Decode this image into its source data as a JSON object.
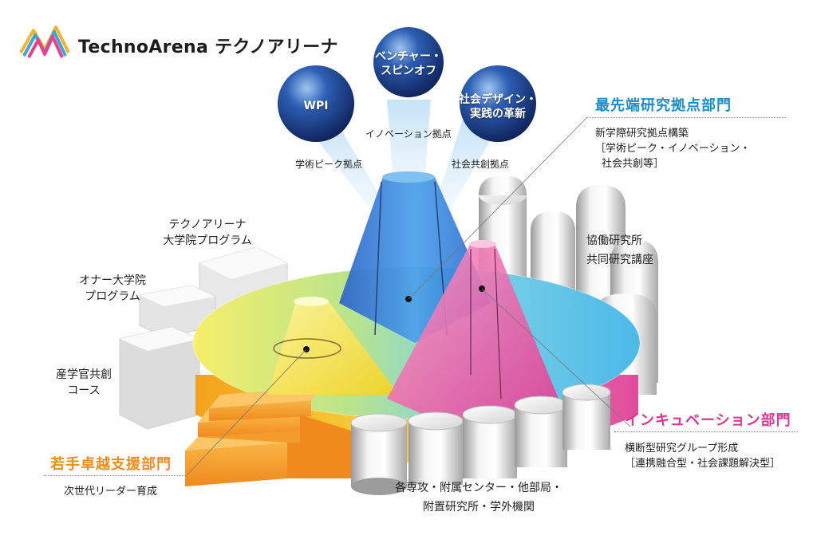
{
  "logo": {
    "brand": "TechnoArena",
    "brand_kana": "テクノアリーナ"
  },
  "spheres": [
    {
      "label": "WPI"
    },
    {
      "label_line1": "ベンチャー・",
      "label_line2": "スピンオフ"
    },
    {
      "label_line1": "社会デザイン・",
      "label_line2": "実践の革新"
    }
  ],
  "beams": {
    "academic_peak": "学術ピーク拠点",
    "innovation": "イノベーション拠点",
    "social": "社会共創拠点"
  },
  "departments": {
    "frontier": {
      "title": "最先端研究拠点部門",
      "color": "#1a8ec8",
      "desc_line1": "新学際研究拠点構築",
      "desc_line2": "［学術ピーク・イノベーション・",
      "desc_line3": "社会共創等］"
    },
    "incubation": {
      "title": "インキュベーション部門",
      "color": "#e0358f",
      "desc_line1": "横断型研究グループ形成",
      "desc_line2": "［連携融合型・社会課題解決型］"
    },
    "young": {
      "title": "若手卓越支援部門",
      "color": "#f08c1e",
      "desc": "次世代リーダー育成"
    }
  },
  "programs": {
    "graduate_line1": "テクノアリーナ",
    "graduate_line2": "大学院プログラム",
    "honors_line1": "オナー大学院",
    "honors_line2": "プログラム",
    "industry_line1": "産学官共創",
    "industry_line2": "コース"
  },
  "collab": {
    "line1": "協働研究所",
    "line2": "共同研究講座"
  },
  "bottom": {
    "line1": "各専攻・附属センター・他部局・",
    "line2": "附置研究所・学外機関"
  }
}
